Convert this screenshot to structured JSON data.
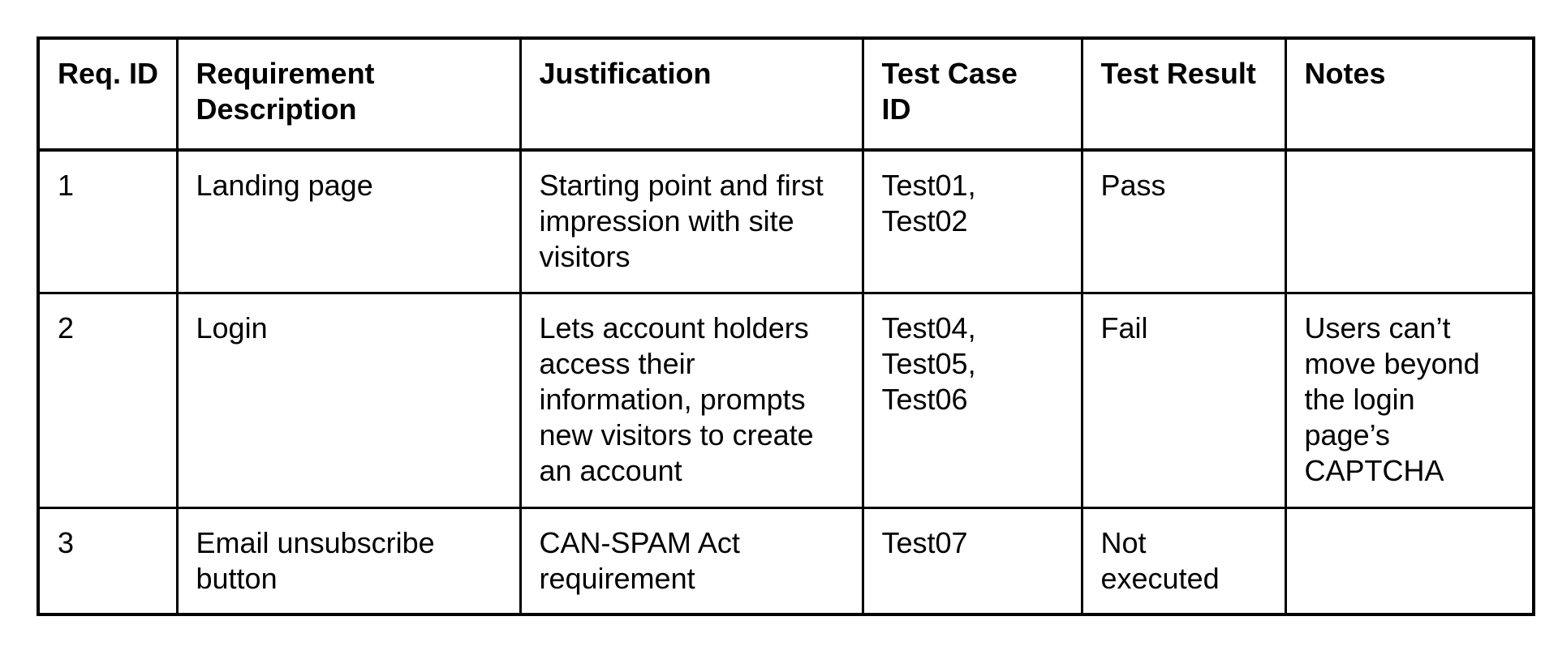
{
  "table": {
    "columns": [
      "Req. ID",
      "Requirement Description",
      "Justification",
      "Test Case ID",
      "Test Result",
      "Notes"
    ],
    "rows": [
      {
        "req_id": "1",
        "description": "Landing page",
        "justification": "Starting point and first impression with site visitors",
        "test_case_id": "Test01, Test02",
        "test_result": "Pass",
        "notes": ""
      },
      {
        "req_id": "2",
        "description": "Login",
        "justification": "Lets account holders access their information, prompts new visitors to create an account",
        "test_case_id": "Test04, Test05, Test06",
        "test_result": "Fail",
        "notes": "Users can’t move beyond the login page’s CAPTCHA"
      },
      {
        "req_id": "3",
        "description": "Email unsubscribe button",
        "justification": "CAN-SPAM Act requirement",
        "test_case_id": "Test07",
        "test_result": "Not executed",
        "notes": ""
      }
    ]
  },
  "colors": {
    "text": "#000000",
    "border": "#000000",
    "background": "#ffffff"
  }
}
